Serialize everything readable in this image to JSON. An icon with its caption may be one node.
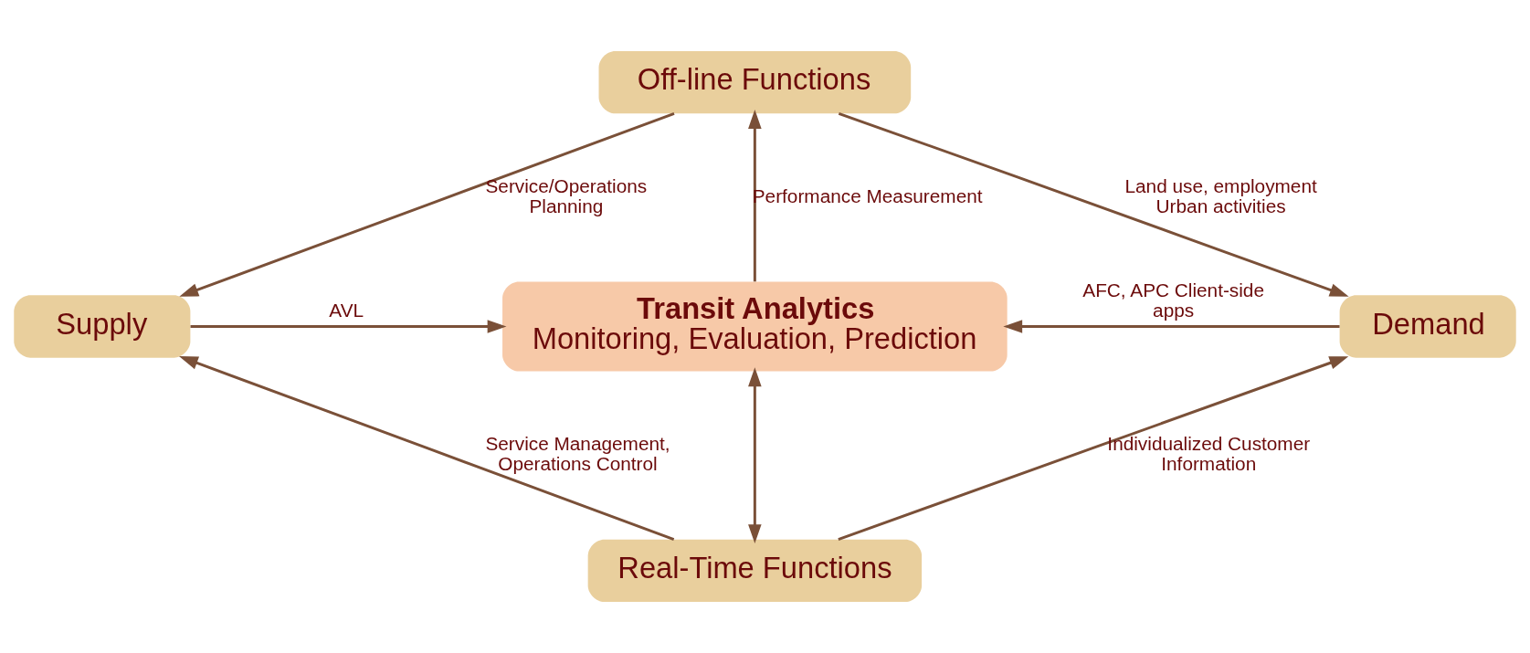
{
  "diagram": {
    "nodes": [
      {
        "text": [
          "Off-line Functions"
        ]
      },
      {
        "text": [
          "Supply"
        ]
      },
      {
        "text": [
          "Transit Analytics",
          "Monitoring, Evaluation, Prediction"
        ]
      },
      {
        "text": [
          "Demand"
        ]
      },
      {
        "text": [
          "Real-Time Functions"
        ]
      }
    ],
    "edges": [
      {
        "from": 0,
        "to": 1,
        "arrow": "to",
        "label": "Service/Operations Planning"
      },
      {
        "from": 0,
        "to": 3,
        "arrow": "to",
        "label": "Land use, employment Urban activities"
      },
      {
        "from": 2,
        "to": 0,
        "arrow": "to",
        "label": "Performance Measurement"
      },
      {
        "from": 1,
        "to": 2,
        "arrow": "to",
        "label": "AVL"
      },
      {
        "from": 3,
        "to": 2,
        "arrow": "to",
        "label": "AFC, APC Client-side apps"
      },
      {
        "from": 2,
        "to": 4,
        "arrow": "both"
      },
      {
        "from": 4,
        "to": 1,
        "arrow": "to",
        "label": "Service Management, Operations Control"
      },
      {
        "from": 4,
        "to": 3,
        "arrow": "to",
        "label": "Individualized Customer Information"
      }
    ]
  }
}
